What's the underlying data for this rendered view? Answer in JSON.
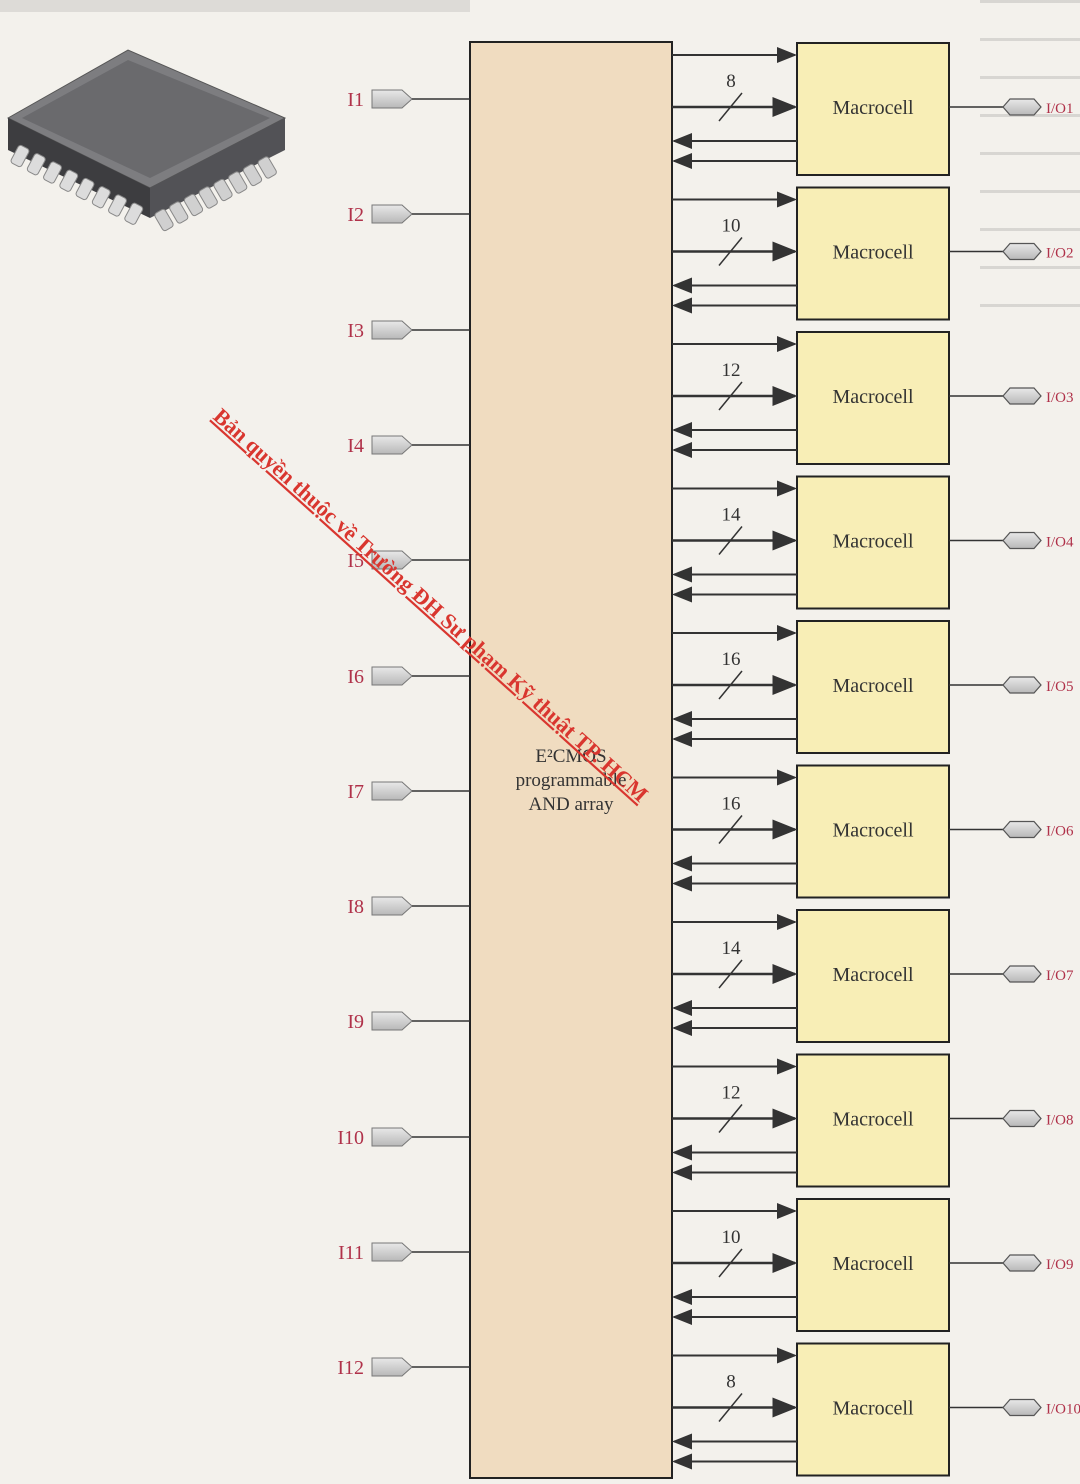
{
  "and_array": {
    "label_lines": [
      "E²CMOS",
      "programmable",
      "AND array"
    ],
    "fill_color": "#f0dcc0"
  },
  "inputs": [
    "I1",
    "I2",
    "I3",
    "I4",
    "I5",
    "I6",
    "I7",
    "I8",
    "I9",
    "I10",
    "I11",
    "I12"
  ],
  "macrocells": [
    {
      "label": "Macrocell",
      "terms": "8",
      "output": "I/O1"
    },
    {
      "label": "Macrocell",
      "terms": "10",
      "output": "I/O2"
    },
    {
      "label": "Macrocell",
      "terms": "12",
      "output": "I/O3"
    },
    {
      "label": "Macrocell",
      "terms": "14",
      "output": "I/O4"
    },
    {
      "label": "Macrocell",
      "terms": "16",
      "output": "I/O5"
    },
    {
      "label": "Macrocell",
      "terms": "16",
      "output": "I/O6"
    },
    {
      "label": "Macrocell",
      "terms": "14",
      "output": "I/O7"
    },
    {
      "label": "Macrocell",
      "terms": "12",
      "output": "I/O8"
    },
    {
      "label": "Macrocell",
      "terms": "10",
      "output": "I/O9"
    },
    {
      "label": "Macrocell",
      "terms": "8",
      "output": "I/O10"
    }
  ],
  "watermark": "Bản quyền thuộc về Trường ĐH Sư phạm Kỹ thuật TP. HCM",
  "colors": {
    "pin_label": "#b0324a",
    "macrocell_fill": "#f8eeb6",
    "wire": "#333333",
    "watermark": "#d9362f"
  },
  "icons": [
    "plcc-chip-icon"
  ]
}
